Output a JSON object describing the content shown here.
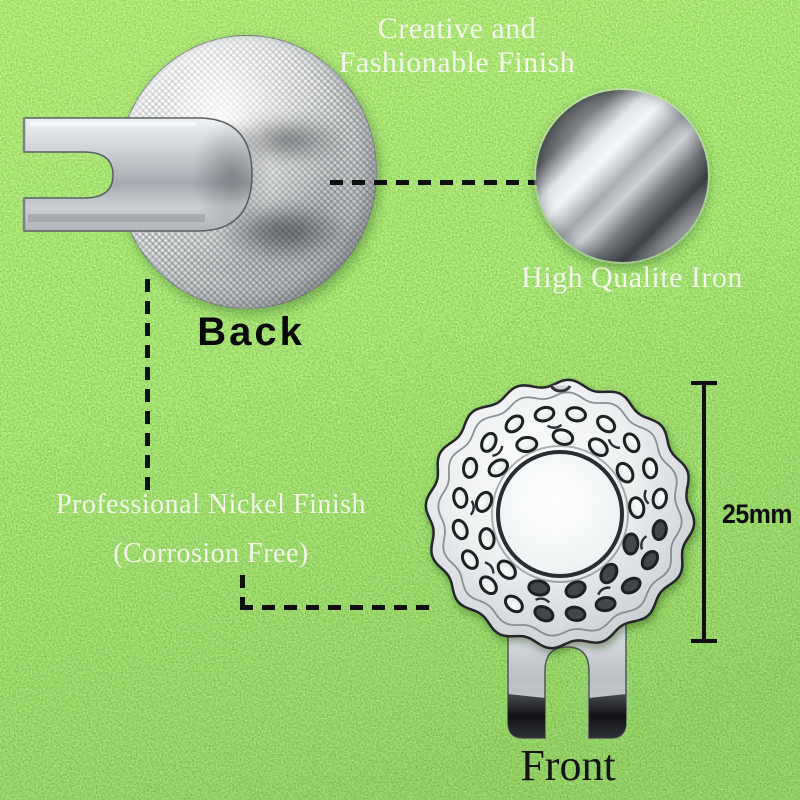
{
  "annotations": {
    "finish": {
      "line1": "Creative and",
      "line2": "Fashionable Finish"
    },
    "material": "High Qualite Iron",
    "nickel": {
      "line1": "Professional Nickel Finish",
      "line2": "(Corrosion Free)"
    },
    "size": "25mm"
  },
  "views": {
    "back_label": "Back",
    "front_label": "Front"
  },
  "colors": {
    "grass": "#5cbf2b",
    "metal_light": "#eef0f2",
    "metal_dark": "#3a3d40",
    "annotation_black": "#0d0d0d",
    "annotation_white": "#f2f5e8"
  }
}
